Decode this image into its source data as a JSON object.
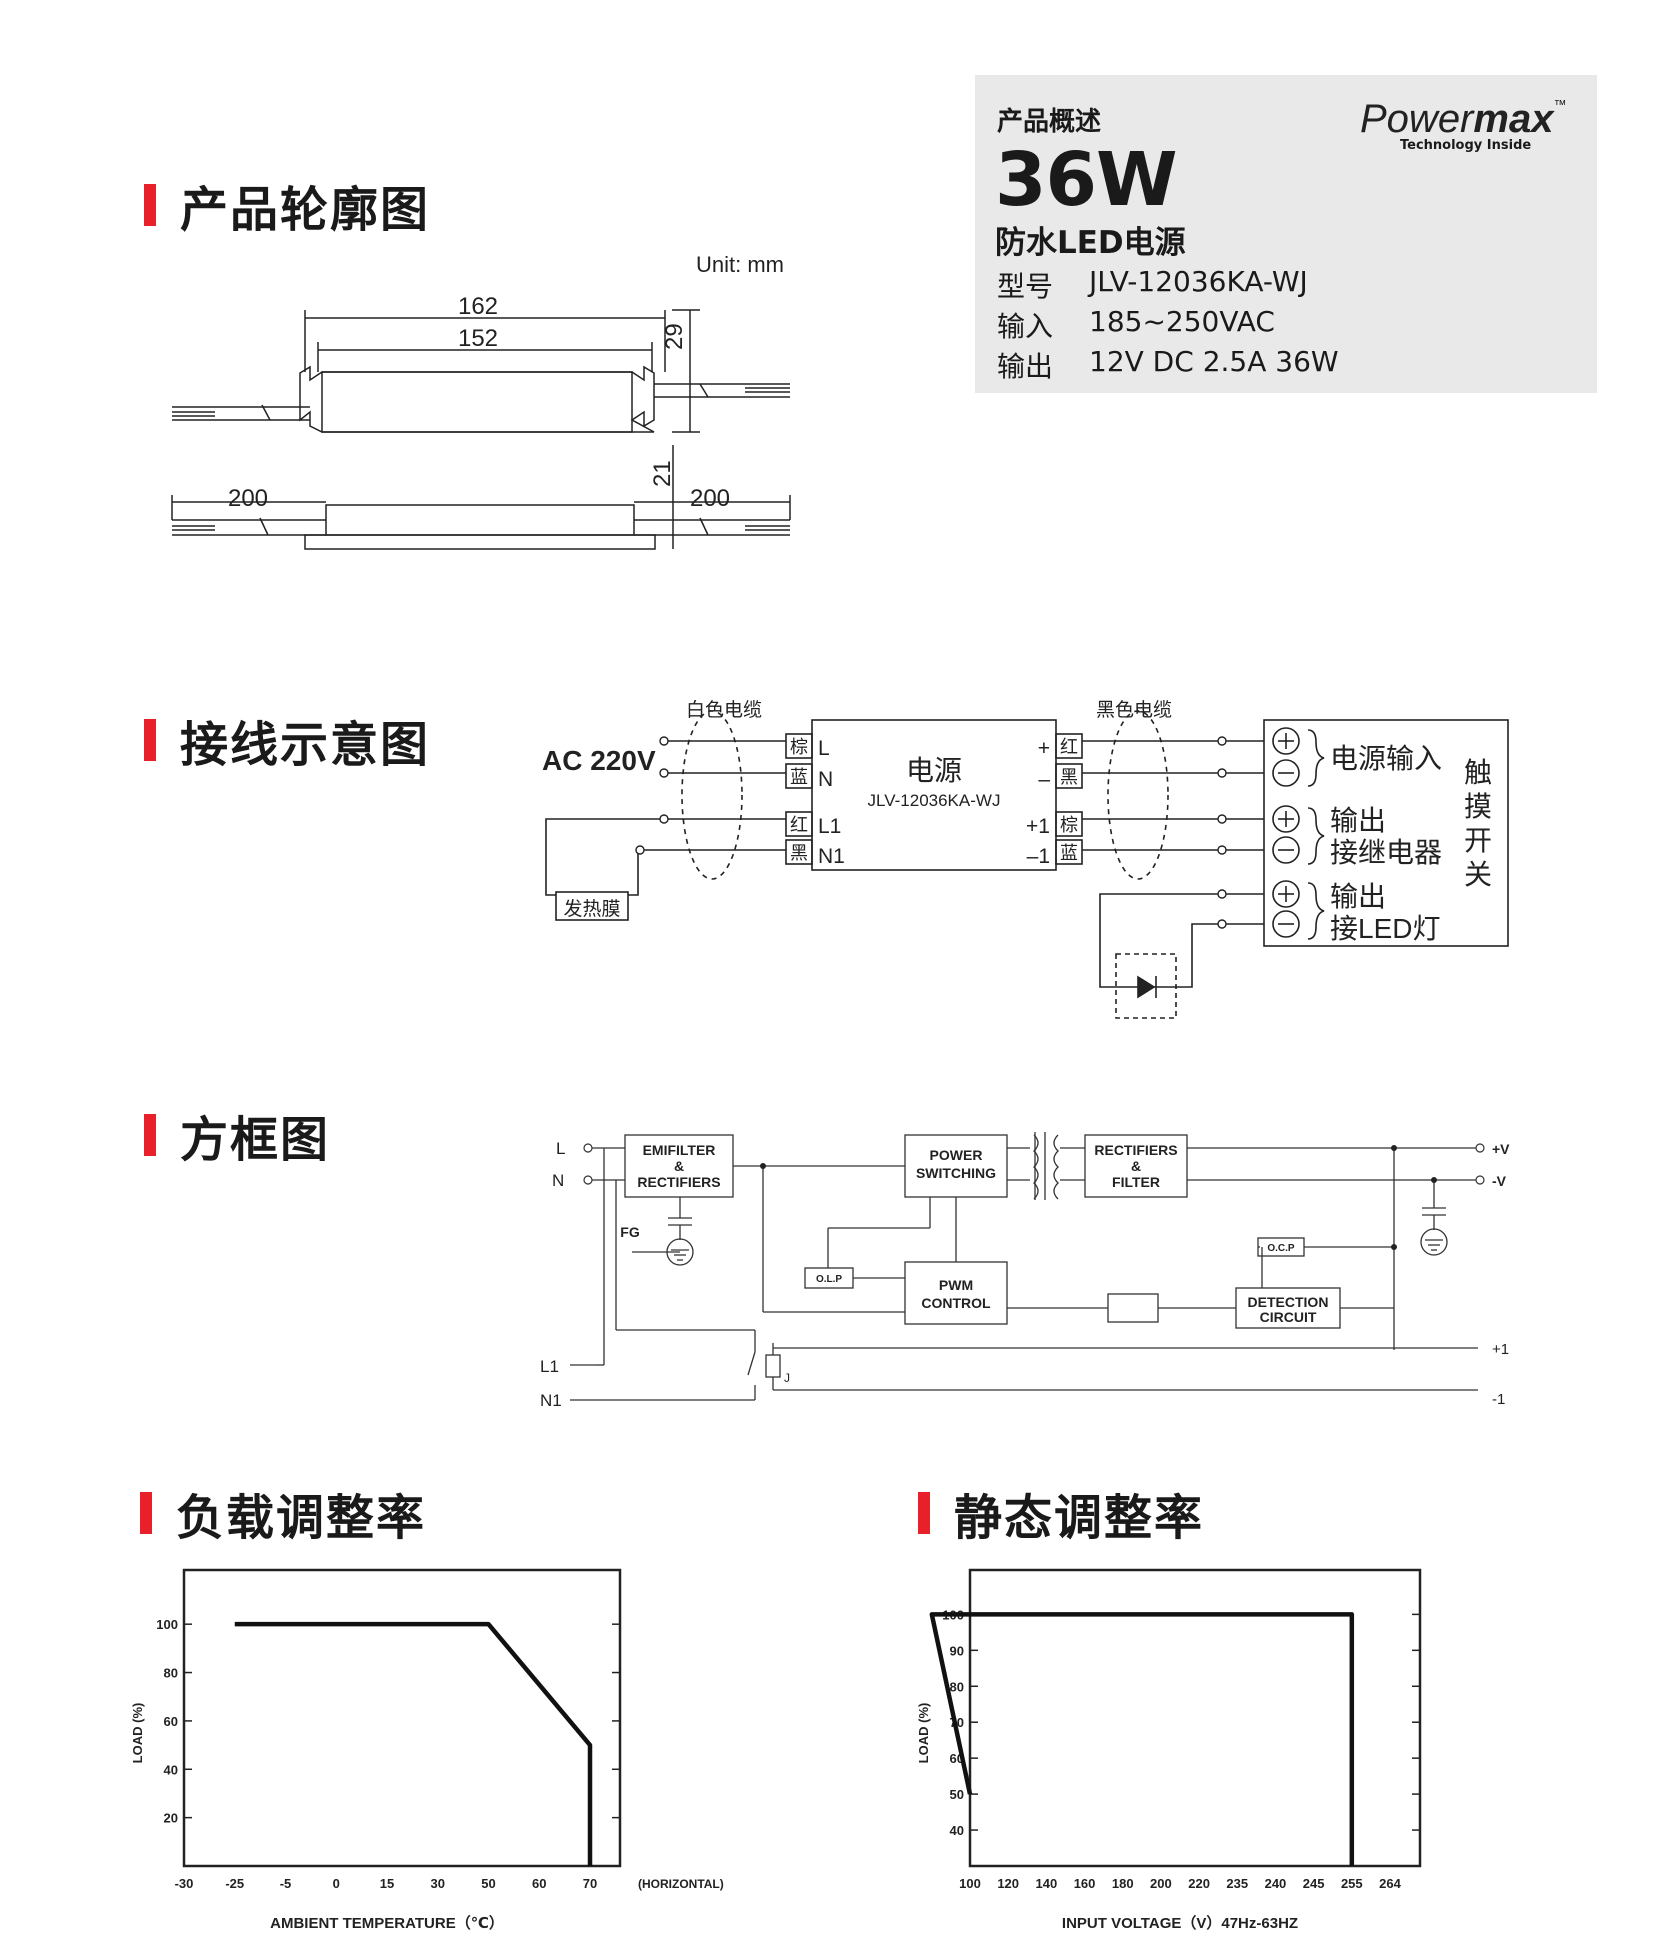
{
  "sections": {
    "outline": "产品轮廓图",
    "wiring": "接线示意图",
    "block": "方框图",
    "load_reg": "负载调整率",
    "static_reg": "静态调整率"
  },
  "overview": {
    "label": "产品概述",
    "watt": "36W",
    "name": "防水LED电源",
    "specs": [
      {
        "k": "型号",
        "v": "JLV-12036KA-WJ"
      },
      {
        "k": "输入",
        "v": "185~250VAC"
      },
      {
        "k": "输出",
        "v": "12V DC 2.5A 36W"
      }
    ],
    "logo": {
      "pre": "Power",
      "bold": "max",
      "tm": "™",
      "sub": "Technology Inside"
    }
  },
  "outline": {
    "unit": "Unit: mm",
    "dims": {
      "len_outer": "162",
      "len_inner": "152",
      "height_top": "29",
      "height_side": "21",
      "wire_left": "200",
      "wire_right": "200"
    }
  },
  "wiring": {
    "ac": "AC 220V",
    "white_cable": "白色电缆",
    "black_cable": "黑色电缆",
    "heater": "发热膜",
    "psu_name": "电源",
    "psu_model": "JLV-12036KA-WJ",
    "in_colors": [
      "棕",
      "蓝",
      "红",
      "黑"
    ],
    "in_pins": [
      "L",
      "N",
      "L1",
      "N1"
    ],
    "out_signs": [
      "+",
      "–",
      "+1",
      "–1"
    ],
    "out_colors": [
      "红",
      "黑",
      "棕",
      "蓝"
    ],
    "switch_title": [
      "触",
      "摸",
      "开",
      "关"
    ],
    "group1": [
      "电源输入"
    ],
    "group2": [
      "输出",
      "接继电器"
    ],
    "group3": [
      "输出",
      "接LED灯"
    ]
  },
  "block": {
    "L": "L",
    "N": "N",
    "L1": "L1",
    "N1": "N1",
    "FG": "FG",
    "emi": [
      "EMIFILTER",
      "&",
      "RECTIFIERS"
    ],
    "pwr": [
      "POWER",
      "SWITCHING"
    ],
    "rect": [
      "RECTIFIERS",
      "&",
      "FILTER"
    ],
    "pwm": [
      "PWM",
      "CONTROL"
    ],
    "det": [
      "DETECTION",
      "CIRCUIT"
    ],
    "olp": "O.L.P",
    "ocp": "O.C.P",
    "vp": "+V",
    "vn": "-V",
    "p1": "+1",
    "m1": "-1",
    "j": "J"
  },
  "charts": {
    "load": {
      "ylabel": "LOAD (%)",
      "xlabel": "AMBIENT TEMPERATURE（℃）",
      "xnote": "(HORIZONTAL)"
    },
    "static": {
      "ylabel": "LOAD (%)",
      "xlabel": "INPUT VOLTAGE（V）47Hz-63HZ"
    }
  },
  "chart_data": [
    {
      "type": "line",
      "xlabel": "AMBIENT TEMPERATURE（℃）",
      "ylabel": "LOAD (%)",
      "x_ticks": [
        "-30",
        "-25",
        "-5",
        "0",
        "15",
        "30",
        "50",
        "60",
        "70"
      ],
      "y_ticks": [
        "20",
        "40",
        "60",
        "80",
        "100"
      ],
      "ylim": [
        0,
        110
      ],
      "points": [
        {
          "x": "-25",
          "y": 100
        },
        {
          "x": "50",
          "y": 100
        },
        {
          "x": "70",
          "y": 50
        },
        {
          "x": "70",
          "y": 0
        }
      ]
    },
    {
      "type": "line",
      "xlabel": "INPUT VOLTAGE（V）47Hz-63HZ",
      "ylabel": "LOAD (%)",
      "x_ticks": [
        "100",
        "120",
        "140",
        "160",
        "180",
        "200",
        "220",
        "235",
        "240",
        "245",
        "255",
        "264"
      ],
      "y_ticks": [
        "40",
        "50",
        "60",
        "70",
        "80",
        "90",
        "100"
      ],
      "ylim": [
        30,
        104
      ],
      "points": [
        {
          "x": "100",
          "y": 50
        },
        {
          "x": "170",
          "y": 100
        },
        {
          "x": "255",
          "y": 100
        },
        {
          "x": "255",
          "y": 30
        }
      ]
    }
  ]
}
